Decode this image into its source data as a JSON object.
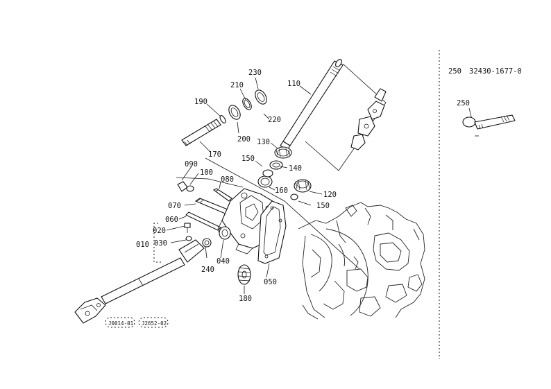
{
  "callouts": {
    "p230": "230",
    "p210": "210",
    "p190": "190",
    "p110": "110",
    "p220": "220",
    "p200": "200",
    "p170": "170",
    "p130": "130",
    "p150a": "150",
    "p140": "140",
    "p090": "090",
    "p100": "100",
    "p080": "080",
    "p160": "160",
    "p120": "120",
    "p150b": "150",
    "p070": "070",
    "p060": "060",
    "p020": "020",
    "p010": "010",
    "p030": "030",
    "p240": "240",
    "p040": "040",
    "p050": "050",
    "p180": "180"
  },
  "side_panel": {
    "ref_number": "250",
    "ref_part_code": "32430-1677-0",
    "callout": "250"
  },
  "ref_tags": [
    "J0014-01",
    "J2652-02"
  ]
}
